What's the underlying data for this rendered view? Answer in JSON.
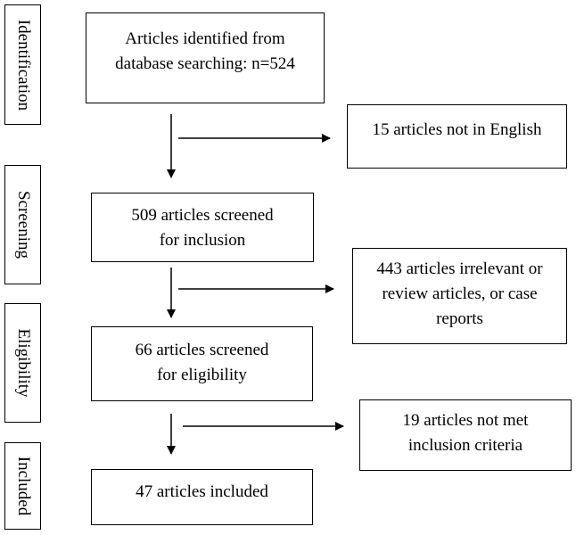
{
  "stages": {
    "identification": "Identification",
    "screening": "Screening",
    "eligibility": "Eligibility",
    "included": "Included"
  },
  "main": {
    "identified": [
      "Articles identified from",
      "database searching: n=524"
    ],
    "screened": [
      "509 articles screened",
      "for inclusion"
    ],
    "eligible": [
      "66 articles screened",
      "for eligibility"
    ],
    "included": [
      "47 articles included"
    ]
  },
  "excluded": {
    "language": [
      "15 articles not in English"
    ],
    "irrelevant": [
      "443 articles irrelevant or",
      "review articles, or case",
      "reports"
    ],
    "criteria": [
      "19 articles not met",
      "inclusion criteria"
    ]
  }
}
